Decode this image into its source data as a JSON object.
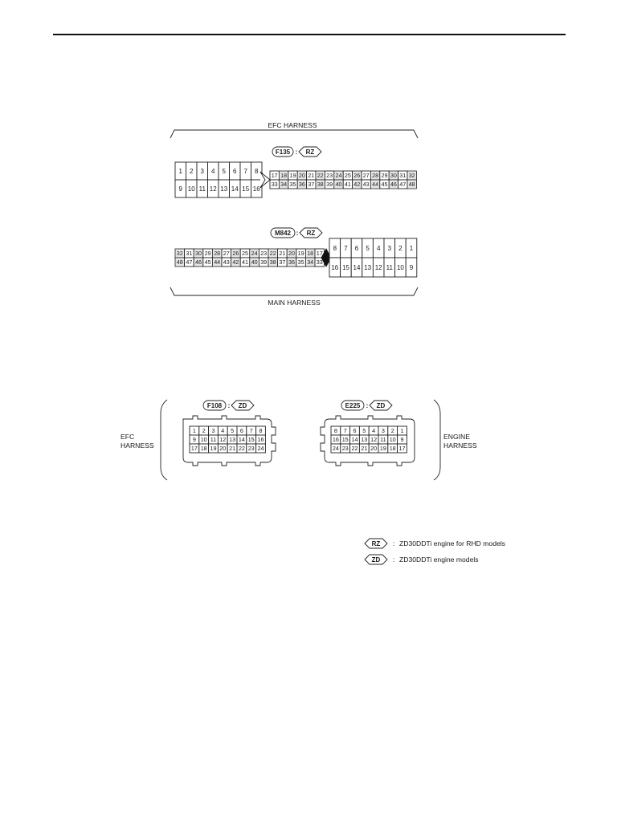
{
  "diagram1": {
    "efc_label": "EFC HARNESS",
    "main_label": "MAIN HARNESS",
    "f135": {
      "id": "F135",
      "model": "RZ",
      "row1": [
        "1",
        "2",
        "3",
        "4",
        "5",
        "6",
        "7",
        "8"
      ],
      "row2": [
        "9",
        "10",
        "11",
        "12",
        "13",
        "14",
        "15",
        "16"
      ],
      "rowA": [
        "17",
        "18",
        "19",
        "20",
        "21",
        "22",
        "23",
        "24",
        "25",
        "26",
        "27",
        "28",
        "29",
        "30",
        "31",
        "32"
      ],
      "rowB": [
        "33",
        "34",
        "35",
        "36",
        "37",
        "38",
        "39",
        "40",
        "41",
        "42",
        "43",
        "44",
        "45",
        "46",
        "47",
        "48"
      ]
    },
    "m842": {
      "id": "M842",
      "model": "RZ",
      "rowA": [
        "32",
        "31",
        "30",
        "29",
        "28",
        "27",
        "26",
        "25",
        "24",
        "23",
        "22",
        "21",
        "20",
        "19",
        "18",
        "17"
      ],
      "rowB": [
        "48",
        "47",
        "46",
        "45",
        "44",
        "43",
        "42",
        "41",
        "40",
        "39",
        "38",
        "37",
        "36",
        "35",
        "34",
        "33"
      ],
      "row1": [
        "8",
        "7",
        "6",
        "5",
        "4",
        "3",
        "2",
        "1"
      ],
      "row2": [
        "16",
        "15",
        "14",
        "13",
        "12",
        "11",
        "10",
        "9"
      ]
    }
  },
  "diagram2": {
    "efc_label_1": "EFC",
    "efc_label_2": "HARNESS",
    "engine_label_1": "ENGINE",
    "engine_label_2": "HARNESS",
    "f108": {
      "id": "F108",
      "model": "ZD",
      "row1": [
        "1",
        "2",
        "3",
        "4",
        "5",
        "6",
        "7",
        "8"
      ],
      "row2": [
        "9",
        "10",
        "11",
        "12",
        "13",
        "14",
        "15",
        "16"
      ],
      "row3": [
        "17",
        "18",
        "19",
        "20",
        "21",
        "22",
        "23",
        "24"
      ]
    },
    "e225": {
      "id": "E225",
      "model": "ZD",
      "row1": [
        "8",
        "7",
        "6",
        "5",
        "4",
        "3",
        "2",
        "1"
      ],
      "row2": [
        "16",
        "15",
        "14",
        "13",
        "12",
        "11",
        "10",
        "9"
      ],
      "row3": [
        "24",
        "23",
        "22",
        "21",
        "20",
        "19",
        "18",
        "17"
      ]
    }
  },
  "legend": [
    {
      "code": "RZ",
      "sep": ":",
      "text": "ZD30DDTi engine for RHD models"
    },
    {
      "code": "ZD",
      "sep": ":",
      "text": "ZD30DDTi engine models"
    }
  ]
}
